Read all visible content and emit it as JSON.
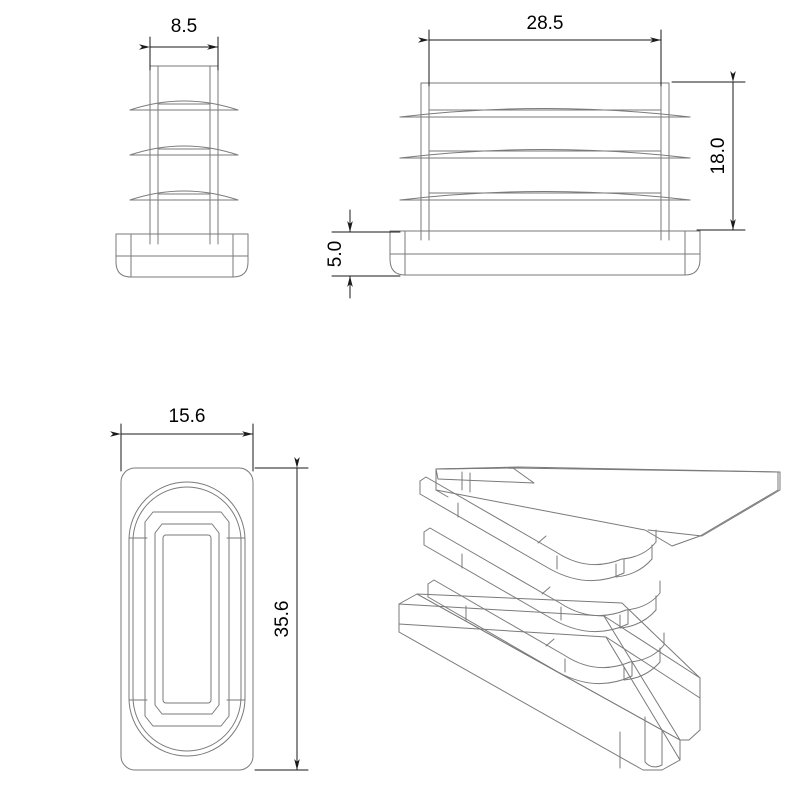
{
  "drawing": {
    "title": "Rectangular tube insert / end cap - technical drawing",
    "background_color": "#ffffff",
    "line_color": "#7a7a7a",
    "dim_color": "#1a1a1a",
    "units": "mm",
    "views": [
      {
        "name": "side-view-narrow",
        "label": "",
        "position": "top-left"
      },
      {
        "name": "side-view-wide",
        "label": "",
        "position": "top-right"
      },
      {
        "name": "top-view",
        "label": "",
        "position": "bottom-left"
      },
      {
        "name": "isometric-view",
        "label": "",
        "position": "bottom-right"
      }
    ]
  },
  "dimensions": {
    "width_narrow": {
      "value": "8.5",
      "view": "side-view-narrow",
      "orientation": "horizontal"
    },
    "width_wide": {
      "value": "28.5",
      "view": "side-view-wide",
      "orientation": "horizontal"
    },
    "height_fins": {
      "value": "18.0",
      "view": "side-view-wide",
      "orientation": "vertical"
    },
    "flange_height": {
      "value": "5.0",
      "view": "side-view-wide",
      "orientation": "vertical"
    },
    "flange_width": {
      "value": "15.6",
      "view": "top-view",
      "orientation": "horizontal"
    },
    "flange_length": {
      "value": "35.6",
      "view": "top-view",
      "orientation": "vertical"
    }
  },
  "chart_data": {
    "type": "table",
    "title": "Insert dimensions",
    "categories": [
      "8.5",
      "28.5",
      "18.0",
      "5.0",
      "15.6",
      "35.6"
    ],
    "values": [
      8.5,
      28.5,
      18.0,
      5.0,
      15.6,
      35.6
    ]
  }
}
